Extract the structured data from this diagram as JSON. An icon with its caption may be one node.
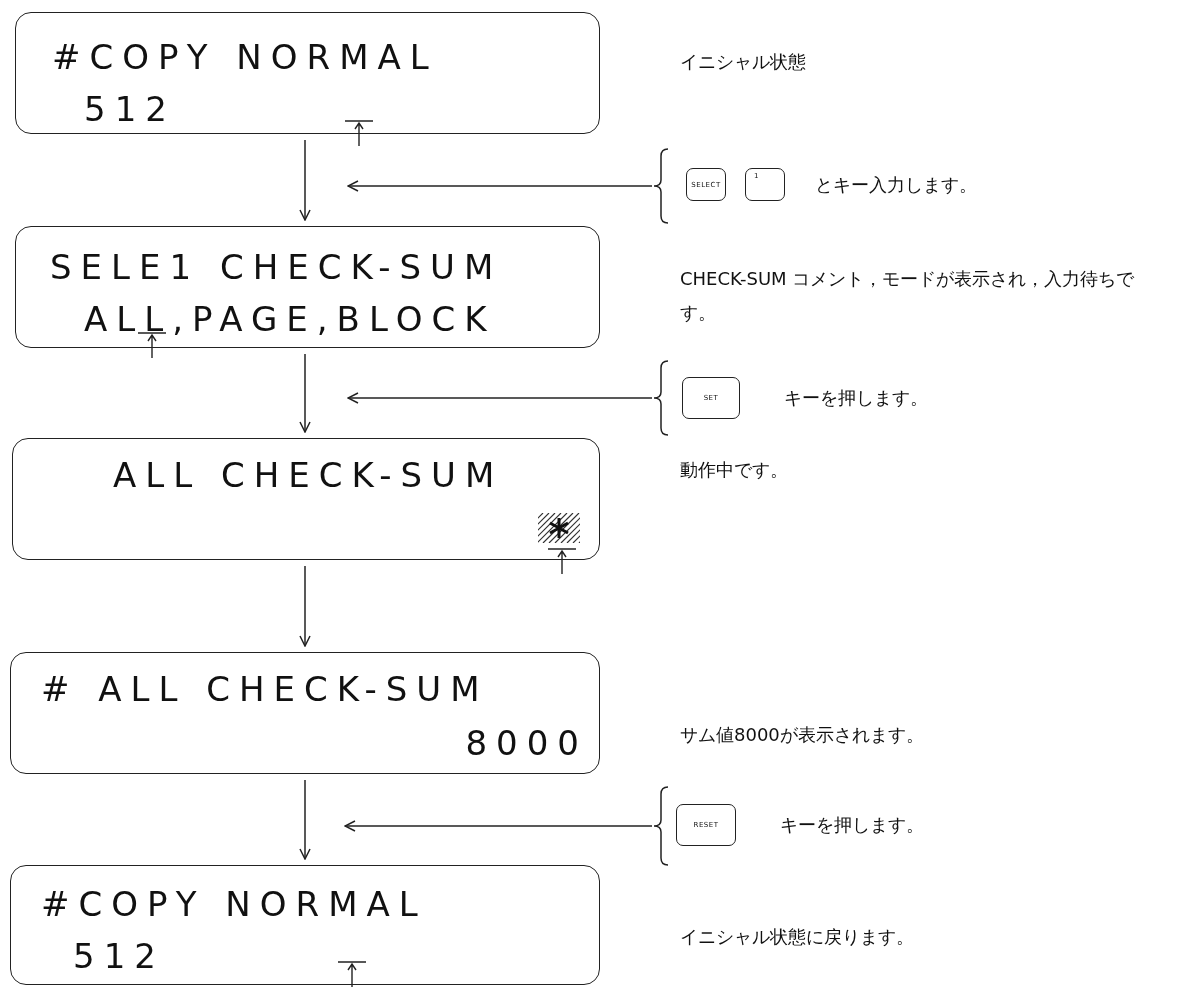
{
  "diagram": {
    "nodes": [
      {
        "text": [
          "#COPY NORMAL",
          "512"
        ]
      },
      {
        "text": [],
        "shape": "brace"
      },
      {
        "text": [
          "SELECT"
        ]
      },
      {
        "text": [
          "1"
        ]
      },
      {
        "text": [
          "SELE1 CHECK-SUM",
          "ALL,PAGE,BLOCK"
        ]
      },
      {
        "text": [],
        "shape": "brace"
      },
      {
        "text": [
          "SET"
        ]
      },
      {
        "text": [
          "ALL CHECK-SUM"
        ]
      },
      {
        "text": [
          "# ALL CHECK-SUM",
          "8000"
        ]
      },
      {
        "text": [],
        "shape": "brace"
      },
      {
        "text": [
          "RESET"
        ]
      },
      {
        "text": [
          "#COPY NORMAL",
          "512"
        ]
      }
    ],
    "edges": [
      {
        "from": 0,
        "to": 4,
        "arrow": "to"
      },
      {
        "from": 1,
        "to": null,
        "arrow": "to"
      },
      {
        "from": 4,
        "to": 7,
        "arrow": "to"
      },
      {
        "from": 5,
        "to": null,
        "arrow": "to"
      },
      {
        "from": 7,
        "to": 8,
        "arrow": "to"
      },
      {
        "from": 8,
        "to": 11,
        "arrow": "to"
      },
      {
        "from": 9,
        "to": null,
        "arrow": "to"
      }
    ],
    "labels": [
      "イニシャル状態",
      "とキー入力します。",
      "CHECK-SUM コメント，モードが表示され，入力待ちです。",
      "キーを押します。",
      "動作中です。",
      "サム値8000が表示されます。",
      "キーを押します。",
      "イニシャル状態に戻ります。"
    ]
  }
}
